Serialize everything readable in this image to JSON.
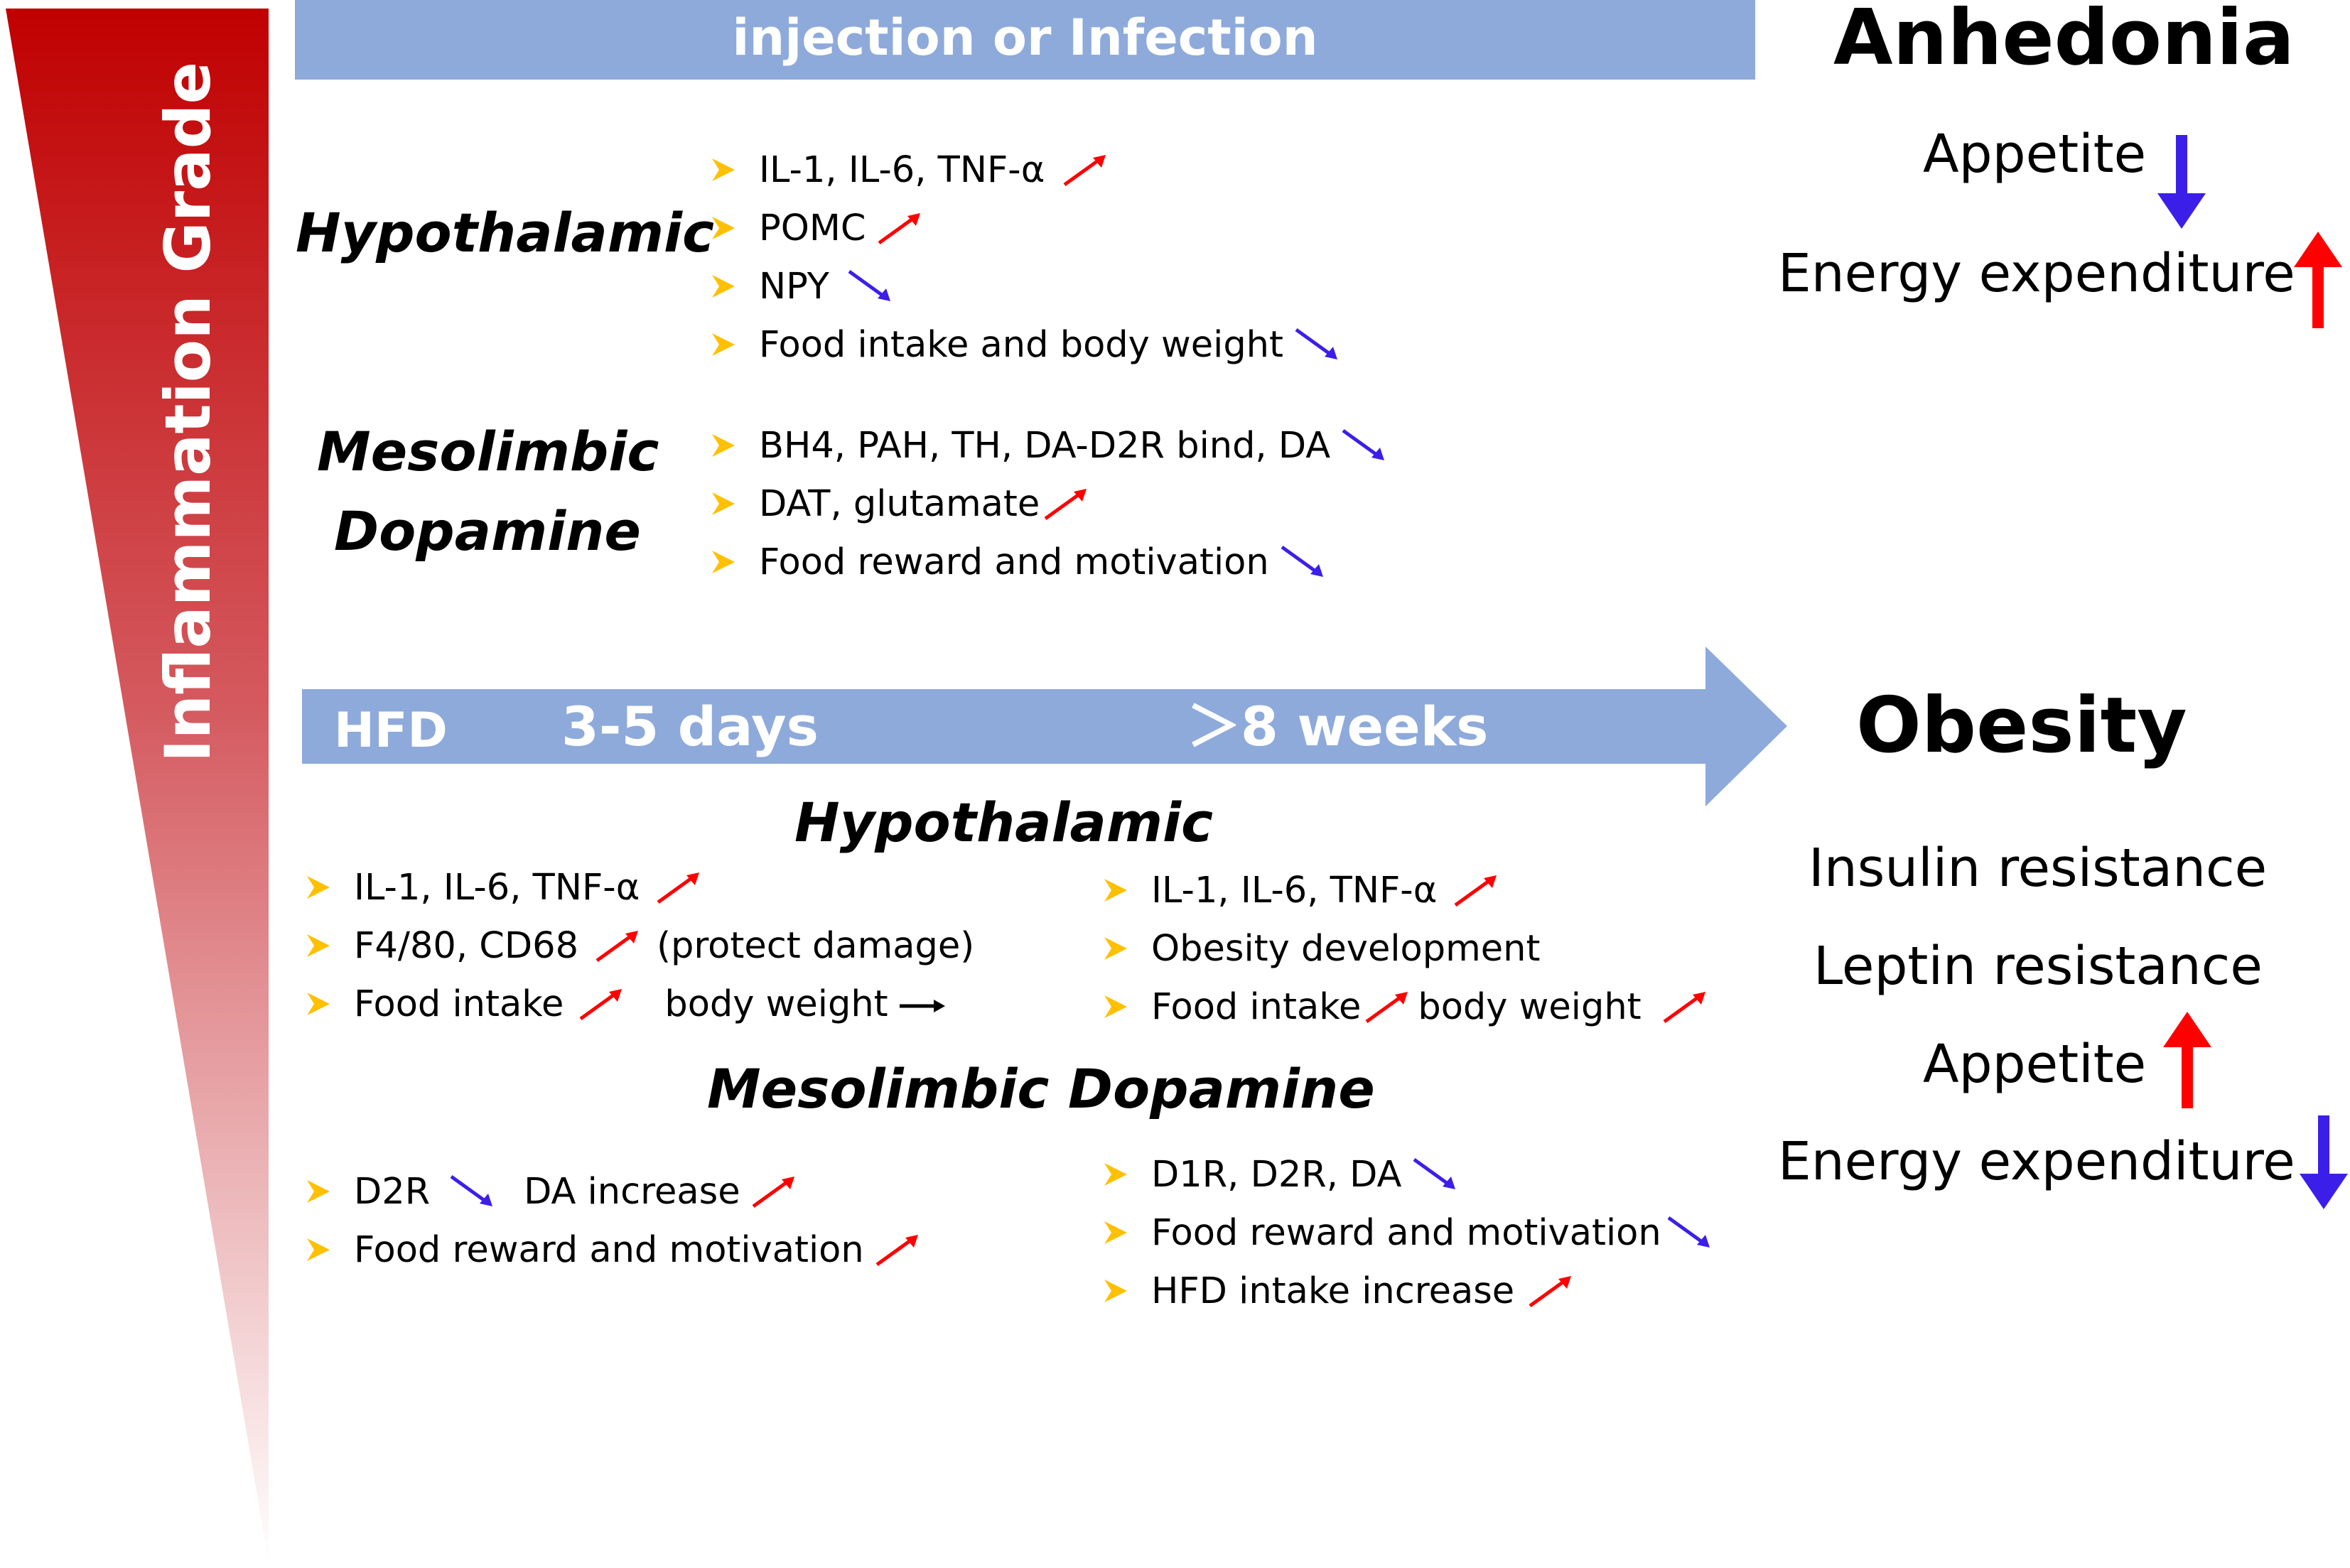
{
  "left_bar": {
    "label": "Inflammation Grade",
    "color_top": "#c00000",
    "color_bottom": "#ffffff"
  },
  "colors": {
    "banner": "#8eaadb",
    "up_arrow": "#ff0000",
    "down_arrow": "#3b1fe8",
    "flat_arrow": "#000000",
    "bullet": "#ffc000"
  },
  "top": {
    "banner": "injection or Infection",
    "hypothalamic": {
      "heading": "Hypothalamic",
      "items": [
        {
          "text": "IL-1, IL-6, TNF-α",
          "trend": "up"
        },
        {
          "text": "POMC",
          "trend": "up"
        },
        {
          "text": "NPY",
          "trend": "down"
        },
        {
          "text": "Food intake and body weight",
          "trend": "down"
        }
      ]
    },
    "mesolimbic": {
      "heading_line1": "Mesolimbic",
      "heading_line2": "Dopamine",
      "items": [
        {
          "text": "BH4, PAH, TH, DA-D2R bind, DA",
          "trend": "down"
        },
        {
          "text": "DAT, glutamate",
          "trend": "up"
        },
        {
          "text": "Food reward and motivation",
          "trend": "down"
        }
      ]
    },
    "outcome": {
      "title": "Anhedonia",
      "effects": [
        {
          "text": "Appetite",
          "trend": "down"
        },
        {
          "text": "Energy expenditure",
          "trend": "up"
        }
      ]
    }
  },
  "bottom": {
    "arrow": {
      "label": "HFD",
      "phase1": "3-5 days",
      "phase2": "＞8 weeks"
    },
    "hypothalamic": {
      "heading": "Hypothalamic",
      "early": [
        {
          "text": "IL-1, IL-6, TNF-α",
          "trend": "up"
        },
        {
          "text": "F4/80, CD68",
          "trend": "up",
          "suffix": "(protect damage)"
        },
        {
          "text": "Food intake",
          "trend": "up",
          "second_text": "body weight",
          "second_trend": "flat"
        }
      ],
      "late": [
        {
          "text": "IL-1, IL-6, TNF-α",
          "trend": "up"
        },
        {
          "text": "Obesity development"
        },
        {
          "text": "Food intake",
          "trend": "up",
          "second_text": "body weight",
          "second_trend": "up"
        }
      ]
    },
    "mesolimbic": {
      "heading": "Mesolimbic Dopamine",
      "early": [
        {
          "text": "D2R",
          "trend": "down",
          "second_text": "DA increase",
          "second_trend": "up"
        },
        {
          "text": "Food reward and motivation",
          "trend": "up"
        }
      ],
      "late": [
        {
          "text": "D1R, D2R, DA",
          "trend": "down"
        },
        {
          "text": "Food reward and motivation",
          "trend": "down"
        },
        {
          "text": "HFD intake increase",
          "trend": "up"
        }
      ]
    },
    "outcome": {
      "title": "Obesity",
      "effects": [
        {
          "text": "Insulin resistance"
        },
        {
          "text": "Leptin resistance"
        },
        {
          "text": "Appetite",
          "trend": "up"
        },
        {
          "text": "Energy expenditure",
          "trend": "down"
        }
      ]
    }
  }
}
